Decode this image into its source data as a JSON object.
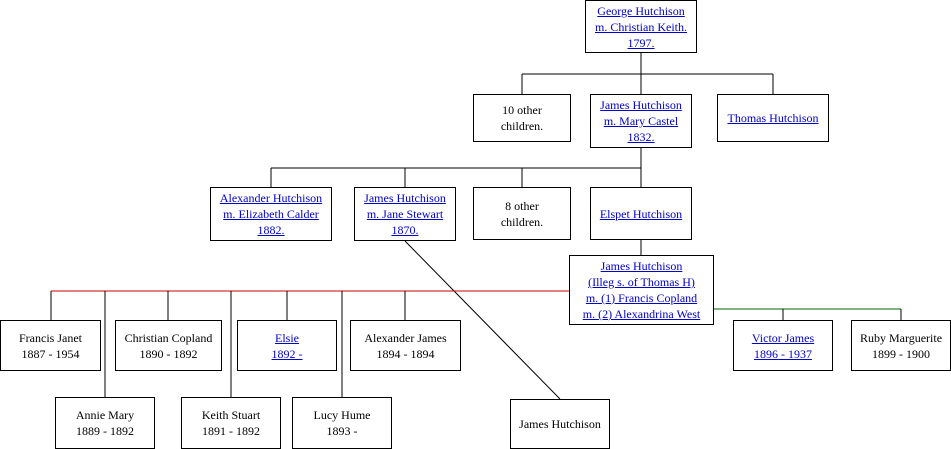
{
  "colors": {
    "link": "#0000cc",
    "line": "#000000",
    "line_red": "#cc0000",
    "line_green": "#006600"
  },
  "nodes": {
    "george": {
      "lines": [
        "George Hutchison",
        "m. Christian Keith.",
        "1797."
      ]
    },
    "other10": {
      "lines": [
        "10 other",
        "children."
      ]
    },
    "james1832": {
      "lines": [
        "James Hutchison",
        "m. Mary Castel",
        "1832."
      ]
    },
    "thomas": {
      "lines": [
        "Thomas Hutchison"
      ]
    },
    "alexander": {
      "lines": [
        "Alexander Hutchison",
        "m. Elizabeth Calder",
        "1882."
      ]
    },
    "james1870": {
      "lines": [
        "James Hutchison",
        "m. Jane Stewart",
        "1870."
      ]
    },
    "other8": {
      "lines": [
        "8 other",
        "children."
      ]
    },
    "elspet": {
      "lines": [
        "Elspet Hutchison"
      ]
    },
    "james_illeg": {
      "lines": [
        "James Hutchison",
        "(Illeg s. of Thomas H)",
        "m. (1) Francis Copland",
        "m. (2) Alexandrina West"
      ]
    },
    "francis_janet": {
      "lines": [
        "Francis Janet",
        "1887 - 1954"
      ]
    },
    "christian_copland": {
      "lines": [
        "Christian Copland",
        "1890 - 1892"
      ]
    },
    "elsie": {
      "lines": [
        "Elsie",
        "1892 -"
      ]
    },
    "alexander_james": {
      "lines": [
        "Alexander James",
        "1894 - 1894"
      ]
    },
    "victor_james": {
      "lines": [
        "Victor James",
        "1896 - 1937"
      ]
    },
    "ruby": {
      "lines": [
        "Ruby Marguerite",
        "1899 - 1900"
      ]
    },
    "annie_mary": {
      "lines": [
        "Annie Mary",
        "1889 - 1892"
      ]
    },
    "keith_stuart": {
      "lines": [
        "Keith Stuart",
        "1891 - 1892"
      ]
    },
    "lucy_hume": {
      "lines": [
        "Lucy Hume",
        "1893 -"
      ]
    },
    "james_child": {
      "lines": [
        "James Hutchison"
      ]
    }
  }
}
